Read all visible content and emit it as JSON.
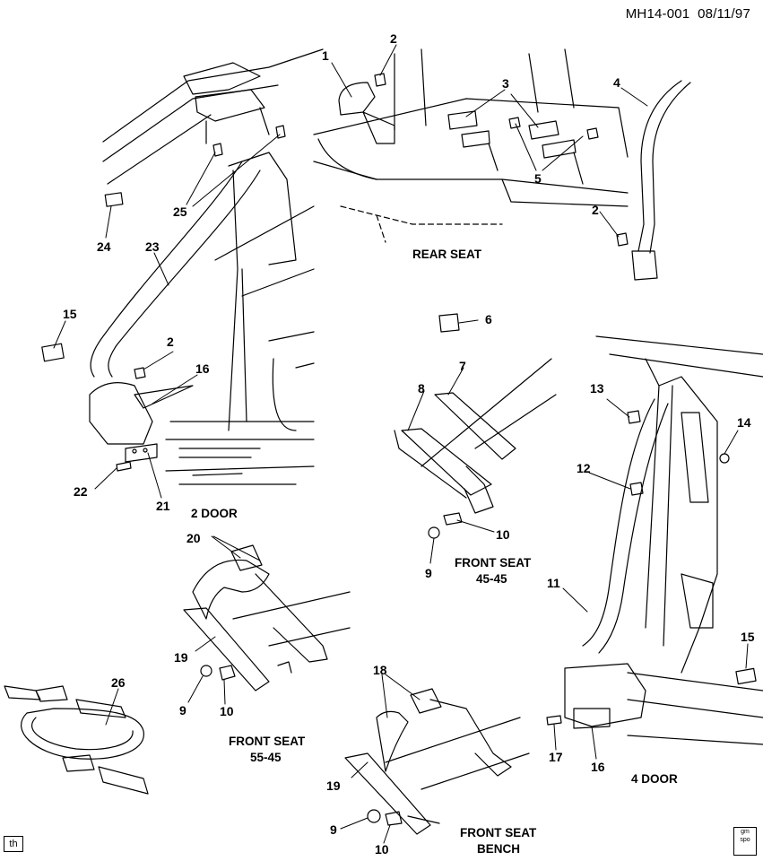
{
  "header": {
    "doc_id": "MH14-001",
    "date": "08/11/97"
  },
  "captions": {
    "rear_seat": "REAR SEAT",
    "two_door": "2 DOOR",
    "four_door": "4 DOOR",
    "front_seat_4545_a": "FRONT SEAT",
    "front_seat_4545_b": "45-45",
    "front_seat_5545_a": "FRONT SEAT",
    "front_seat_5545_b": "55-45",
    "front_seat_bench_a": "FRONT SEAT",
    "front_seat_bench_b": "BENCH"
  },
  "callouts": {
    "c1": "1",
    "c2a": "2",
    "c3": "3",
    "c4": "4",
    "c5": "5",
    "c2b": "2",
    "c25": "25",
    "c24": "24",
    "c23": "23",
    "c15a": "15",
    "c2c": "2",
    "c16a": "16",
    "c22": "22",
    "c21": "21",
    "c6": "6",
    "c7": "7",
    "c8": "8",
    "c10a": "10",
    "c9a": "9",
    "c13": "13",
    "c14": "14",
    "c12": "12",
    "c11": "11",
    "c15b": "15",
    "c17": "17",
    "c16b": "16",
    "c20": "20",
    "c19a": "19",
    "c9b": "9",
    "c10b": "10",
    "c26": "26",
    "c18": "18",
    "c19b": "19",
    "c9c": "9",
    "c10c": "10"
  },
  "footer": {
    "left_tag": "th",
    "logo_top": "gm",
    "logo_bottom": "spo"
  }
}
